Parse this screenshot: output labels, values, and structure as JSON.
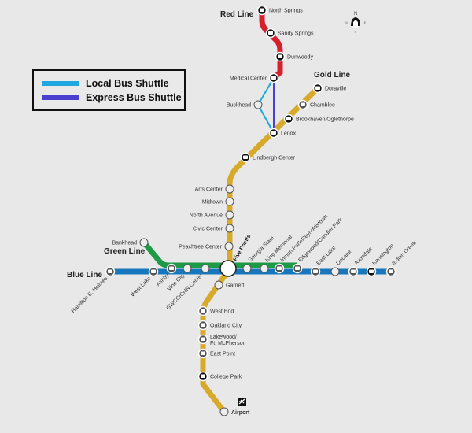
{
  "legend": {
    "items": [
      {
        "label": "Local Bus Shuttle",
        "color": "#1ea7e1"
      },
      {
        "label": "Express Bus Shuttle",
        "color": "#4a3fd0"
      }
    ]
  },
  "lines": {
    "red": {
      "label": "Red Line",
      "color": "#d6202e"
    },
    "gold": {
      "label": "Gold Line",
      "color": "#d8aa2c"
    },
    "green": {
      "label": "Green Line",
      "color": "#1c9a46"
    },
    "blue": {
      "label": "Blue Line",
      "color": "#1677bd"
    }
  },
  "compass": {
    "n": "N",
    "w": "W",
    "e": "E",
    "s": "S"
  },
  "stations": [
    {
      "name": "North Springs",
      "kind": "bus"
    },
    {
      "name": "Sandy Springs",
      "kind": "bus"
    },
    {
      "name": "Dunwoody",
      "kind": "bus"
    },
    {
      "name": "Medical Center",
      "kind": "bus"
    },
    {
      "name": "Buckhead",
      "kind": "open"
    },
    {
      "name": "Doraville",
      "kind": "bus"
    },
    {
      "name": "Chamblee",
      "kind": "bus-light"
    },
    {
      "name": "Brookhaven/Oglethorpe",
      "kind": "bus"
    },
    {
      "name": "Lenox",
      "kind": "bus"
    },
    {
      "name": "Lindbergh Center",
      "kind": "bus"
    },
    {
      "name": "Arts Center",
      "kind": "open"
    },
    {
      "name": "Midtown",
      "kind": "open"
    },
    {
      "name": "North Avenue",
      "kind": "open"
    },
    {
      "name": "Civic Center",
      "kind": "open"
    },
    {
      "name": "Peachtree Center",
      "kind": "open"
    },
    {
      "name": "Bankhead",
      "kind": "open"
    },
    {
      "name": "Hamilton E. Holmes",
      "kind": "bus-light"
    },
    {
      "name": "West Lake",
      "kind": "bus-light"
    },
    {
      "name": "Ashby",
      "kind": "bus-light"
    },
    {
      "name": "Vine City",
      "kind": "open"
    },
    {
      "name": "GWCC/CNN Center",
      "kind": "open"
    },
    {
      "name": "Five Points",
      "kind": "hub"
    },
    {
      "name": "Georgia State",
      "kind": "open"
    },
    {
      "name": "King Memorial",
      "kind": "open"
    },
    {
      "name": "Inman Park/Reynoldstown",
      "kind": "bus-light"
    },
    {
      "name": "Edgewood/Candler Park",
      "kind": "bus-light"
    },
    {
      "name": "East Lake",
      "kind": "bus-light"
    },
    {
      "name": "Decatur",
      "kind": "open"
    },
    {
      "name": "Avondale",
      "kind": "bus-light"
    },
    {
      "name": "Kensington",
      "kind": "bus"
    },
    {
      "name": "Indian Creek",
      "kind": "bus-light"
    },
    {
      "name": "Garnett",
      "kind": "open"
    },
    {
      "name": "West End",
      "kind": "bus-light"
    },
    {
      "name": "Oakland City",
      "kind": "bus-light"
    },
    {
      "name": "Lakewood/",
      "kind": "bus-light",
      "name2": "Ft. McPherson"
    },
    {
      "name": "East Point",
      "kind": "bus-light"
    },
    {
      "name": "College Park",
      "kind": "bus"
    },
    {
      "name": "Airport",
      "kind": "open"
    }
  ]
}
